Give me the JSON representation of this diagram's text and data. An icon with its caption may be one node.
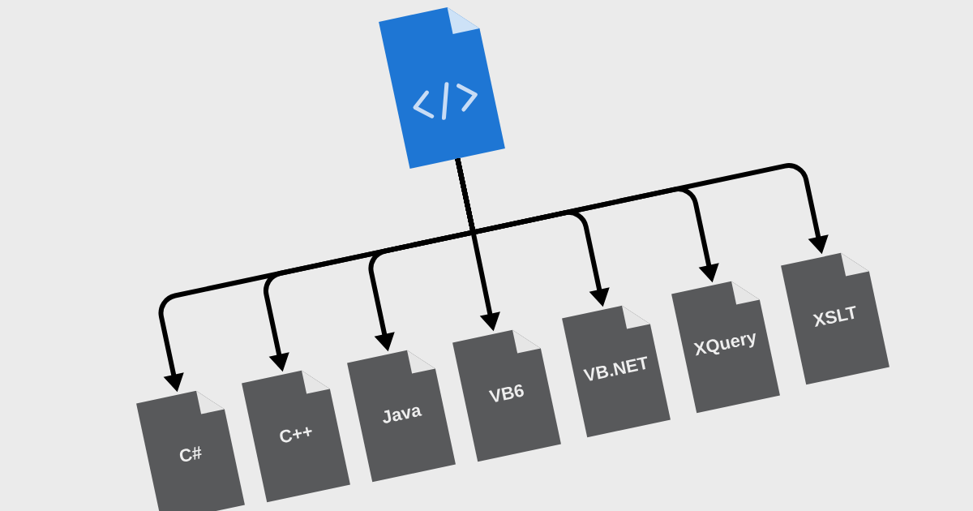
{
  "diagram": {
    "nodes": [
      {
        "text": [],
        "shape": "picture"
      },
      {
        "text": [
          "C#"
        ]
      },
      {
        "text": [
          "C++"
        ]
      },
      {
        "text": [
          "Java"
        ]
      },
      {
        "text": [
          "VB6"
        ]
      },
      {
        "text": [
          "VB.NET"
        ]
      },
      {
        "text": [
          "XQuery"
        ]
      },
      {
        "text": [
          "XSLT"
        ]
      }
    ],
    "edges": [
      {
        "from": 0,
        "to": 1,
        "arrow": "to"
      },
      {
        "from": 0,
        "to": 2,
        "arrow": "to"
      },
      {
        "from": 0,
        "to": 3,
        "arrow": "to"
      },
      {
        "from": 0,
        "to": 4,
        "arrow": "to"
      },
      {
        "from": 0,
        "to": 5,
        "arrow": "to"
      },
      {
        "from": 0,
        "to": 6,
        "arrow": "to"
      },
      {
        "from": 0,
        "to": 7,
        "arrow": "to"
      }
    ]
  }
}
